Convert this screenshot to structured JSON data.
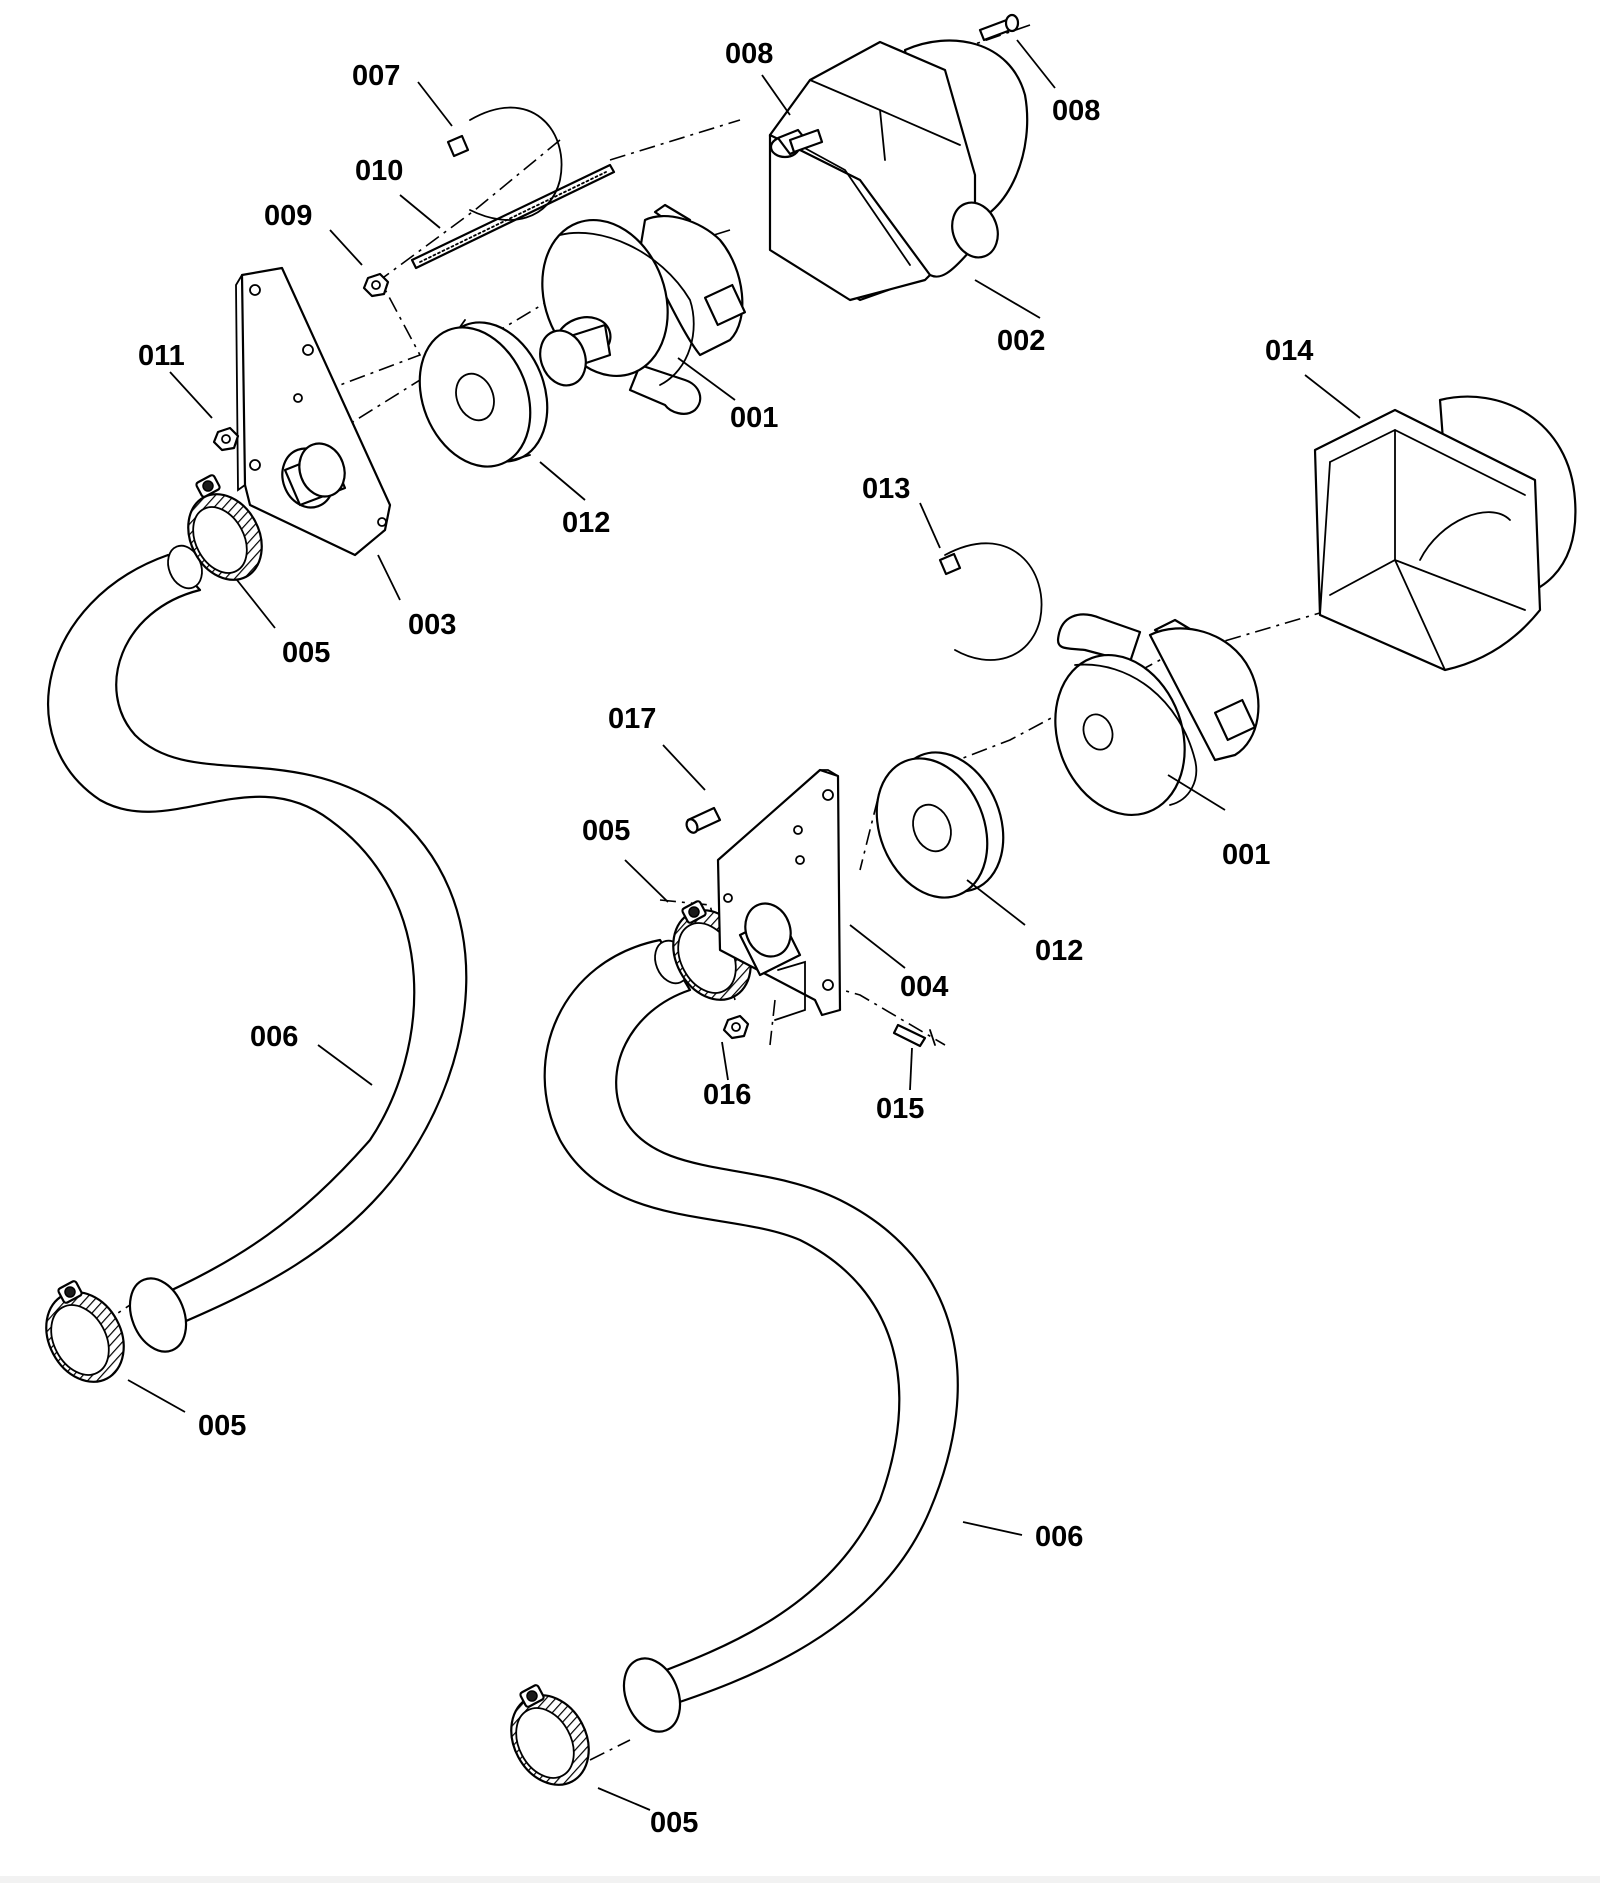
{
  "callouts": {
    "c001a": "001",
    "c001b": "001",
    "c002": "002",
    "c003": "003",
    "c004": "004",
    "c005a": "005",
    "c005b": "005",
    "c005c": "005",
    "c005d": "005",
    "c006a": "006",
    "c006b": "006",
    "c007": "007",
    "c008a": "008",
    "c008b": "008",
    "c009": "009",
    "c010": "010",
    "c011": "011",
    "c012a": "012",
    "c012b": "012",
    "c013": "013",
    "c014": "014",
    "c015": "015",
    "c016": "016",
    "c017": "017"
  }
}
